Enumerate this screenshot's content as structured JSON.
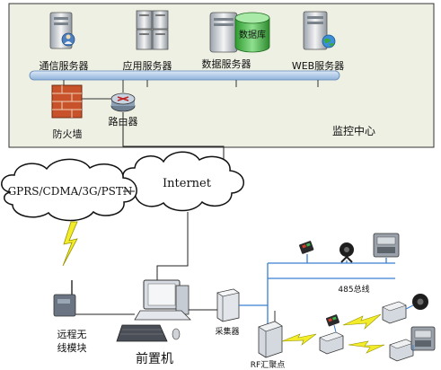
{
  "monitoring_center": {
    "title": "监控中心",
    "servers": {
      "comm": "通信服务器",
      "app": "应用服务器",
      "data": "数据服务器",
      "database": "数据库",
      "web": "WEB服务器"
    },
    "firewall": "防火墙",
    "router": "路由器"
  },
  "networks": {
    "internet": "Internet",
    "wireless": "GPRS/CDMA/3G/PSTN"
  },
  "field": {
    "remote_module": "远程无线模块",
    "remote_module_line1": "远程无",
    "remote_module_line2": "线模块",
    "front_pc": "前置机",
    "collector": "采集器",
    "bus": "485总线",
    "rf_hub": "RF汇聚点"
  },
  "colors": {
    "center_bg": "#eef0e4",
    "bus_bar": "#b9d3ee",
    "field_bus": "#3a7fd0",
    "firewall": "#c8532a",
    "lightning": "#e8e000"
  }
}
